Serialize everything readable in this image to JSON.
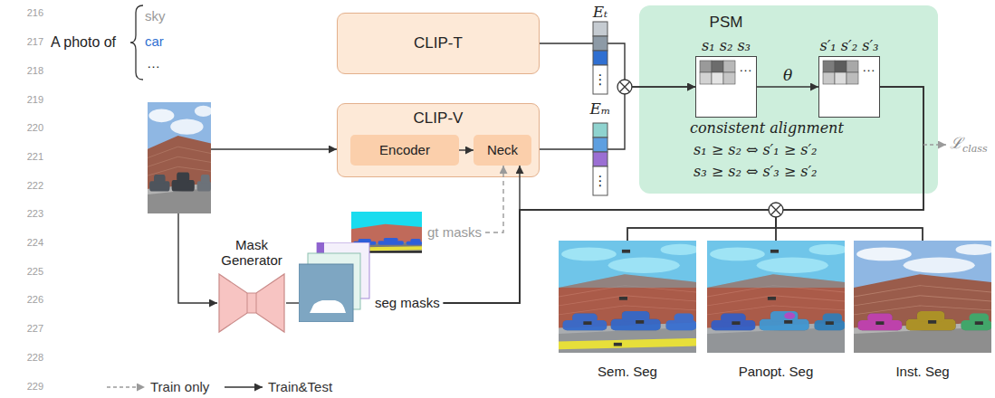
{
  "diagram": {
    "nodes": [
      {
        "text": [
          "CLIP-T"
        ]
      },
      {
        "text": [
          "CLIP-V"
        ]
      },
      {
        "text": [
          "Encoder"
        ],
        "in": 1
      },
      {
        "text": [
          "Neck"
        ],
        "in": 1
      },
      {
        "text": [
          "PSM",
          "consistent alignment",
          "s₁ ≥ s₂ ⇔ s′₁ ≥ s′₂",
          "s₃ ≥ s₂ ⇔ s′₃ ≥ s′₂"
        ]
      },
      {
        "text": [
          "s₁ s₂ s₃",
          "…"
        ],
        "in": 4
      },
      {
        "text": [
          "s′₁ s′₂ s′₃",
          "…"
        ],
        "in": 4
      },
      {
        "text": [
          "gt masks"
        ]
      },
      {
        "text": [
          "Mask Generator"
        ]
      },
      {
        "text": [
          "seg masks"
        ]
      },
      {
        "text": [
          "Sem. Seg"
        ]
      },
      {
        "text": [
          "Panopt. Seg"
        ]
      },
      {
        "text": [
          "Inst. Seg"
        ]
      }
    ],
    "edges": [
      {
        "from": 0,
        "to": 5,
        "arrow": "to"
      },
      {
        "from": 1,
        "to": 5,
        "arrow": "to"
      },
      {
        "from": 5,
        "to": 6,
        "label": "θ",
        "arrow": "to"
      },
      {
        "from": 2,
        "to": 3,
        "arrow": "to"
      },
      {
        "from": 7,
        "to": 3,
        "arrow": "to"
      },
      {
        "from": 8,
        "to": 9,
        "arrow": "none"
      },
      {
        "from": 9,
        "to": 3,
        "arrow": "to"
      },
      {
        "from": 6,
        "to": 10,
        "arrow": "none"
      },
      {
        "from": 6,
        "to": 11,
        "arrow": "none"
      },
      {
        "from": 6,
        "to": 12,
        "arrow": "none"
      },
      {
        "from": 9,
        "to": 10,
        "arrow": "none"
      },
      {
        "from": 9,
        "to": 11,
        "arrow": "none"
      },
      {
        "from": 9,
        "to": 12,
        "arrow": "none"
      }
    ],
    "labels": [
      "216",
      "217",
      "218",
      "219",
      "220",
      "221",
      "222",
      "223",
      "224",
      "225",
      "226",
      "227",
      "228",
      "229",
      "A photo of",
      "sky",
      "car",
      "…",
      "Eₜ",
      "⋮",
      "Eₘ",
      "⋮",
      "ℒclass"
    ],
    "legend": [
      {
        "text": "Train only"
      },
      {
        "text": "Train&Test"
      }
    ]
  }
}
